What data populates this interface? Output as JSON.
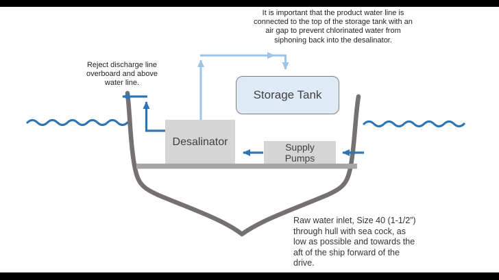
{
  "slide": {
    "annotations": {
      "product_water_note": "It is important that the product water line is\nconnected to the top of the storage tank with an\nair gap to prevent chlorinated water from\nsiphoning back into the desalinator.",
      "reject_discharge_note": "Reject discharge line\noverboard and above\nwater line.",
      "raw_water_inlet_note": "Raw water inlet, Size 40 (1-1/2”)\nthrough hull with sea cock, as\nlow as possible and towards the\naft of the ship forward of the\ndrive."
    },
    "components": {
      "storage_tank_label": "Storage Tank",
      "desalinator_label": "Desalinator",
      "supply_pumps_label": "Supply\nPumps"
    },
    "icons": {
      "water_line_left": "wavy-water-surface",
      "water_line_right": "wavy-water-surface",
      "hull": "boat-hull-cross-section",
      "arrows": "flow-direction-arrows"
    },
    "colors": {
      "flow_arrow_blue": "#2E75B6",
      "product_line_light_blue": "#9DC3E6",
      "storage_tank_fill": "#DEEBF7",
      "storage_tank_border": "#7F7F7F",
      "equipment_box_fill": "#D5D5D5",
      "hull_gray": "#757170",
      "platform_gray": "#A6A6A6",
      "water_blue": "#2E75B6",
      "letterbox_black": "#000000",
      "label_text": "#404040"
    }
  }
}
